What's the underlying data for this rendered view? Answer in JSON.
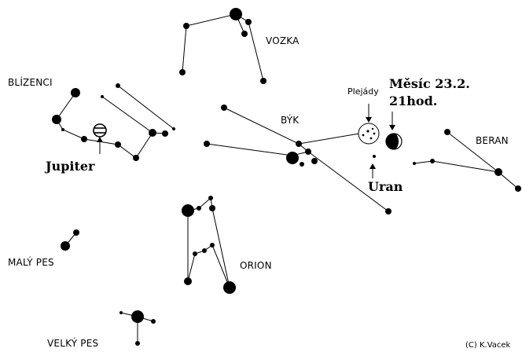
{
  "constellations": {
    "vozka": "VOZKA",
    "blizenci": "BLÍZENCI",
    "byk": "BÝK",
    "beran": "BERAN",
    "orion": "ORION",
    "maly_pes": "MALÝ PES",
    "velky_pes": "VELKÝ PES"
  },
  "objects": {
    "jupiter": "Jupiter",
    "plejady": "Plejády",
    "moon_line1": "Měsíc 23.2.",
    "moon_line2": "21hod.",
    "uran": "Uran"
  },
  "credit": "(C) K.Vacek"
}
